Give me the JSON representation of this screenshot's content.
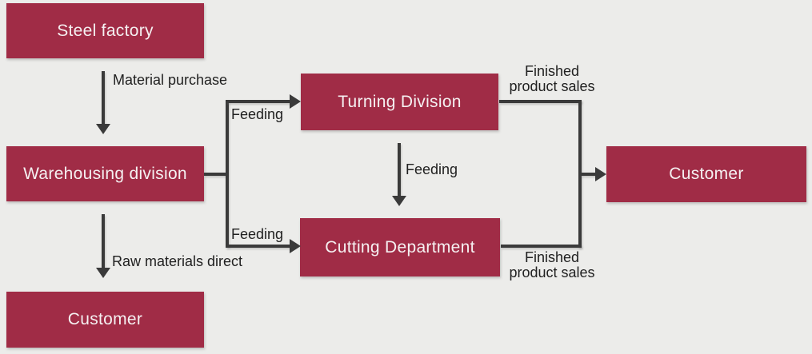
{
  "diagram": {
    "colors": {
      "node_fill": "#A02C46",
      "node_text": "#F5F0F1",
      "line": "#3A3A3A",
      "label_text": "#212121",
      "background": "#ECECEA"
    },
    "nodes": {
      "steel_factory": {
        "label": "Steel factory"
      },
      "warehousing": {
        "label": "Warehousing division"
      },
      "customer_left": {
        "label": "Customer"
      },
      "turning": {
        "label": "Turning Division"
      },
      "cutting": {
        "label": "Cutting Department"
      },
      "customer_right": {
        "label": "Customer"
      }
    },
    "edge_labels": {
      "material_purchase": "Material purchase",
      "raw_materials_direct": "Raw materials direct",
      "feeding_top": "Feeding",
      "feeding_mid": "Feeding",
      "feeding_bottom": "Feeding",
      "finished_sales_top": "Finished\nproduct sales",
      "finished_sales_bottom": "Finished\nproduct sales"
    }
  }
}
